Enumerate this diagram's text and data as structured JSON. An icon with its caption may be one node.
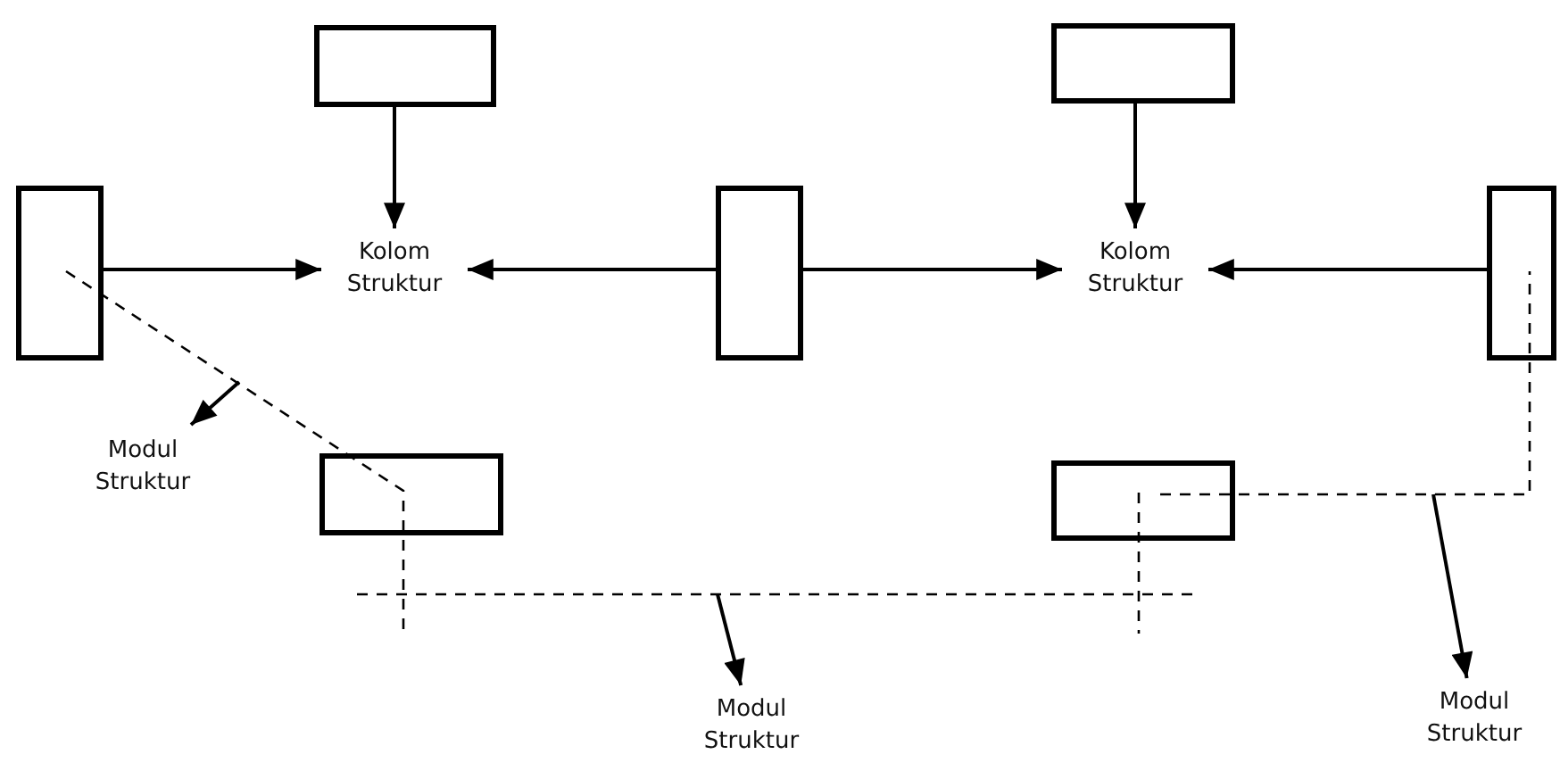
{
  "diagram": {
    "nodes": [
      {
        "text": [],
        "shape": "box"
      },
      {
        "text": [],
        "shape": "box"
      },
      {
        "text": [],
        "shape": "box"
      },
      {
        "text": [
          "Kolom Struktur"
        ]
      },
      {
        "text": [],
        "shape": "box"
      },
      {
        "text": [
          "Kolom Struktur"
        ]
      },
      {
        "text": [],
        "shape": "box"
      },
      {
        "text": [
          "Modul Struktur"
        ]
      },
      {
        "text": [],
        "shape": "box"
      },
      {
        "text": [],
        "shape": "box"
      },
      {
        "text": [
          "Modul Struktur"
        ]
      },
      {
        "text": [
          "Modul Struktur"
        ]
      }
    ],
    "edges": [
      {
        "from": 0,
        "to": 3,
        "arrow": "to"
      },
      {
        "from": 2,
        "to": 3,
        "arrow": "to"
      },
      {
        "from": 4,
        "to": 3,
        "arrow": "to"
      },
      {
        "from": 4,
        "to": 5,
        "arrow": "to"
      },
      {
        "from": 1,
        "to": 5,
        "arrow": "to"
      },
      {
        "from": 6,
        "to": 5,
        "arrow": "to"
      },
      {
        "from": null,
        "to": 7,
        "arrow": "to"
      },
      {
        "from": null,
        "to": 10,
        "arrow": "to"
      },
      {
        "from": null,
        "to": 11,
        "arrow": "to"
      }
    ]
  }
}
